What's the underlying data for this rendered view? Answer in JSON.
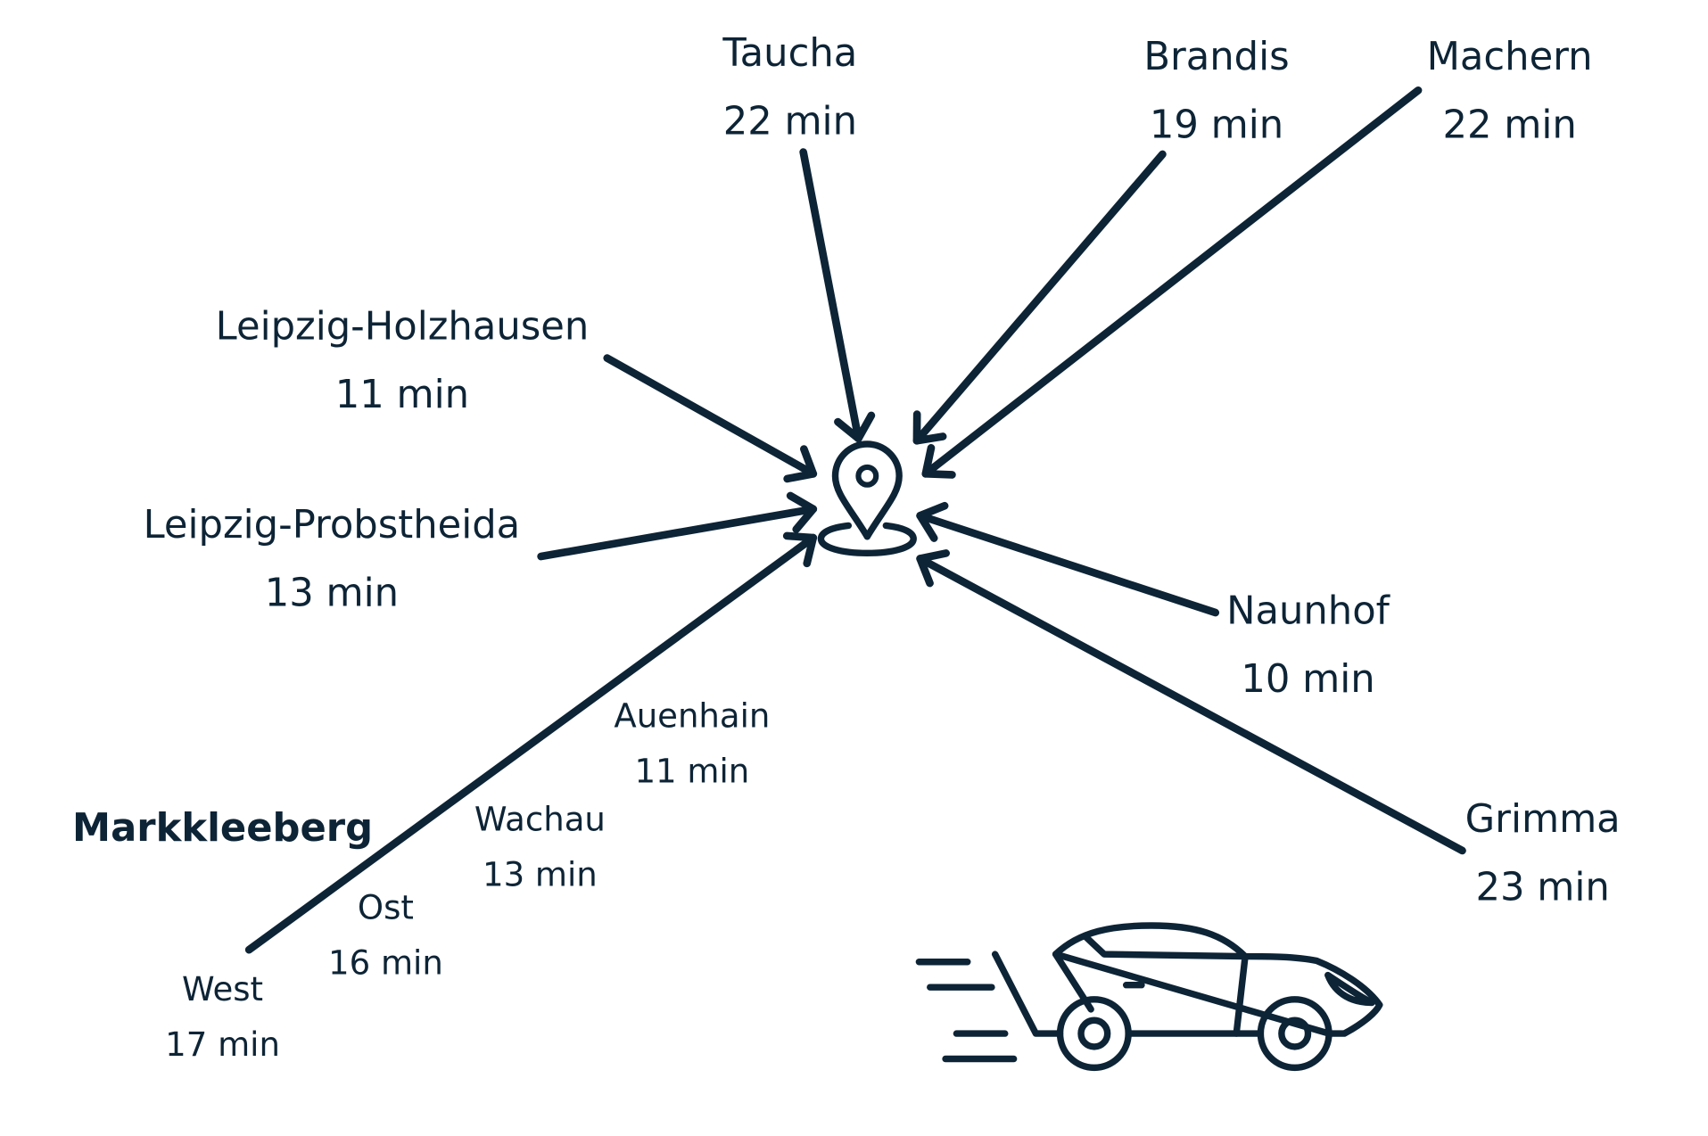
{
  "destinations": [
    {
      "id": "taucha",
      "name": "Taucha",
      "time": "22 min"
    },
    {
      "id": "brandis",
      "name": "Brandis",
      "time": "19 min"
    },
    {
      "id": "machern",
      "name": "Machern",
      "time": "22 min"
    },
    {
      "id": "holzhausen",
      "name": "Leipzig-Holzhausen",
      "time": "11 min"
    },
    {
      "id": "probstheida",
      "name": "Leipzig-Probstheida",
      "time": "13 min"
    },
    {
      "id": "naunhof",
      "name": "Naunhof",
      "time": "10 min"
    },
    {
      "id": "grimma",
      "name": "Grimma",
      "time": "23 min"
    }
  ],
  "markkleeberg": {
    "title": "Markkleeberg",
    "stops": [
      {
        "name": "West",
        "time": "17 min"
      },
      {
        "name": "Ost",
        "time": "16 min"
      },
      {
        "name": "Wachau",
        "time": "13 min"
      },
      {
        "name": "Auenhain",
        "time": "11 min"
      }
    ]
  },
  "colors": {
    "ink": "#0d2436",
    "background": "#ffffff"
  },
  "icons": {
    "center": "map-pin-icon",
    "vehicle": "speeding-car-icon"
  }
}
